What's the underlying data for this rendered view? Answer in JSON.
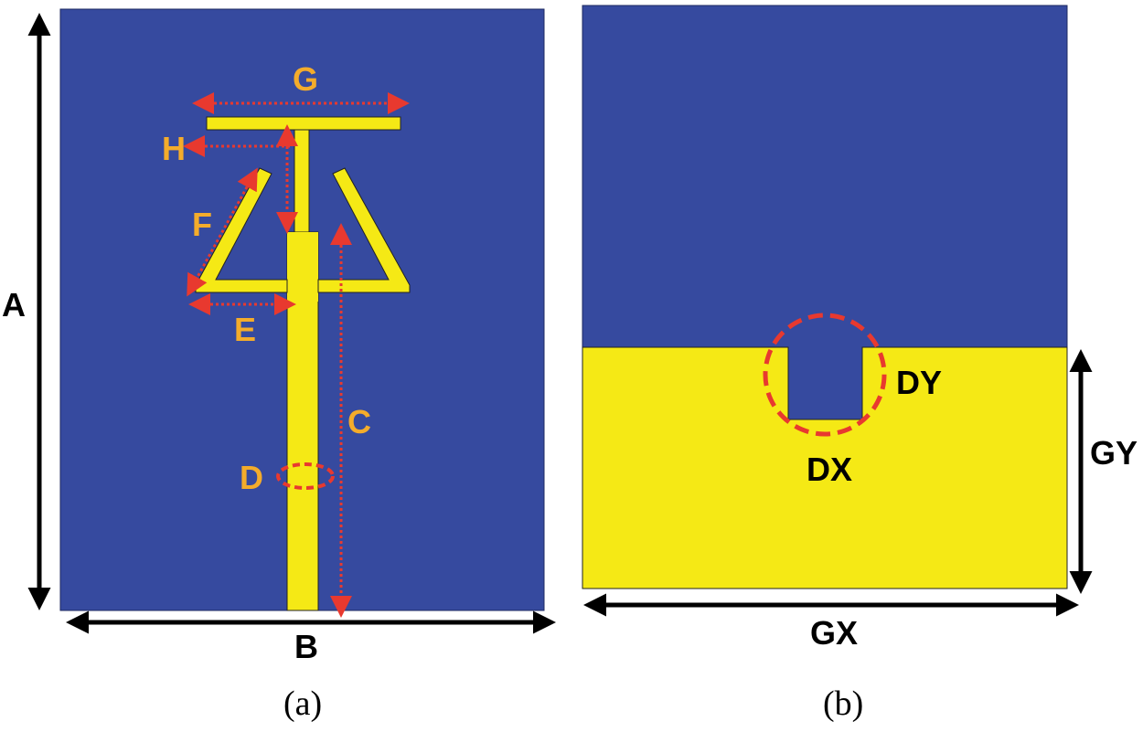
{
  "panel_a": {
    "caption": "(a)",
    "labels": {
      "A": "A",
      "B": "B",
      "C": "C",
      "D": "D",
      "E": "E",
      "F": "F",
      "G": "G",
      "H": "H"
    }
  },
  "panel_b": {
    "caption": "(b)",
    "labels": {
      "DX": "DX",
      "DY": "DY",
      "GX": "GX",
      "GY": "GY"
    }
  },
  "colors": {
    "substrate": "#364a9f",
    "patch": "#f5e915",
    "dim_line": "#e8392f",
    "label_orange": "#f4ac2b",
    "label_black": "#000000",
    "arrow_black": "#000000"
  }
}
